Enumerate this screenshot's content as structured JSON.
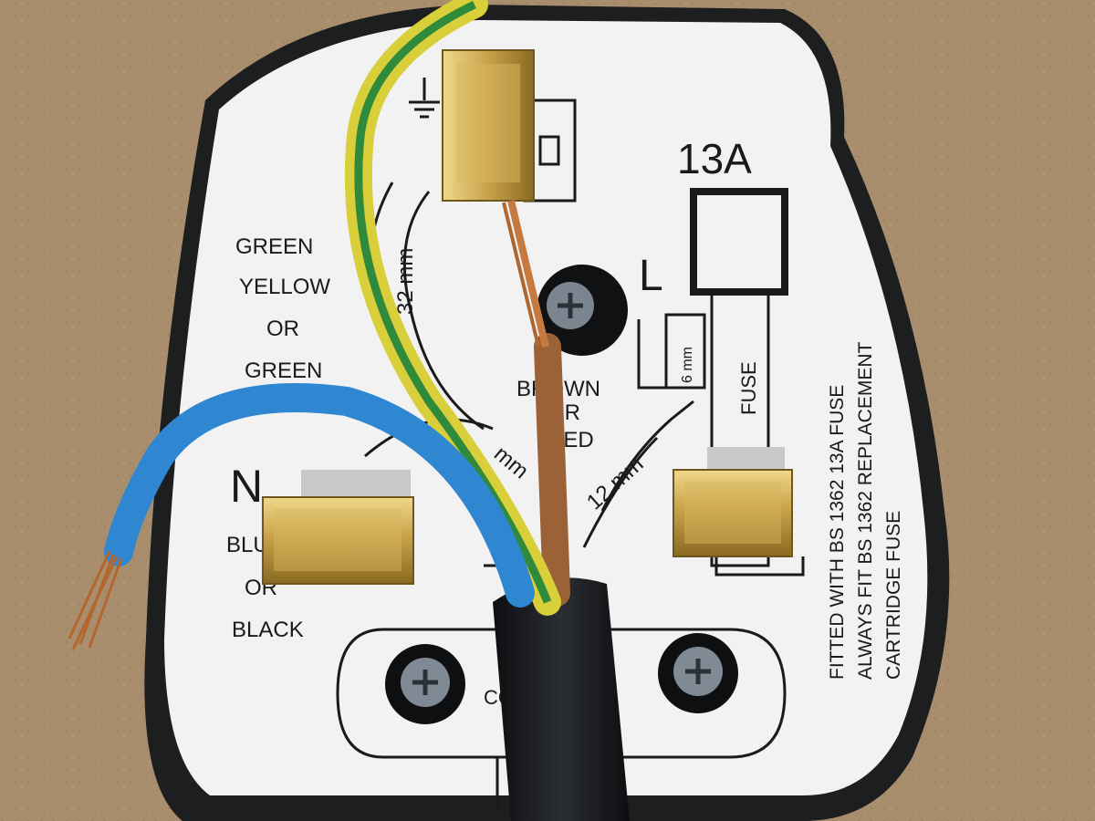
{
  "plug_card": {
    "rating": "13A",
    "live_terminal": "L",
    "neutral_terminal": "N",
    "earth_label": [
      "GREEN",
      "YELLOW",
      "OR",
      "GREEN"
    ],
    "earth_strip_length": "32 mm",
    "live_label": [
      "BROWN",
      "OR",
      "RED"
    ],
    "live_strip_length": "12 mm",
    "neutral_strip_length": "mm",
    "neutral_label": [
      "BLUE",
      "OR",
      "BLACK"
    ],
    "fuse_label": "FUSE",
    "fuse_strip_length": "6 mm",
    "cord_grip_label": "CORD GRIP",
    "fuse_notice": [
      "FITTED WITH BS 1362 13A FUSE",
      "ALWAYS FIT BS 1362 REPLACEMENT",
      "CARTRIDGE FUSE"
    ]
  },
  "colors": {
    "background": "#a98e6e",
    "card": "#f2f2f2",
    "brass": "#c9a24a",
    "earth_green": "#2f8a3c",
    "earth_yellow": "#d9cf3a",
    "live_brown": "#9a6236",
    "neutral_blue": "#2f86d1",
    "cable_black": "#1a1c1f"
  }
}
